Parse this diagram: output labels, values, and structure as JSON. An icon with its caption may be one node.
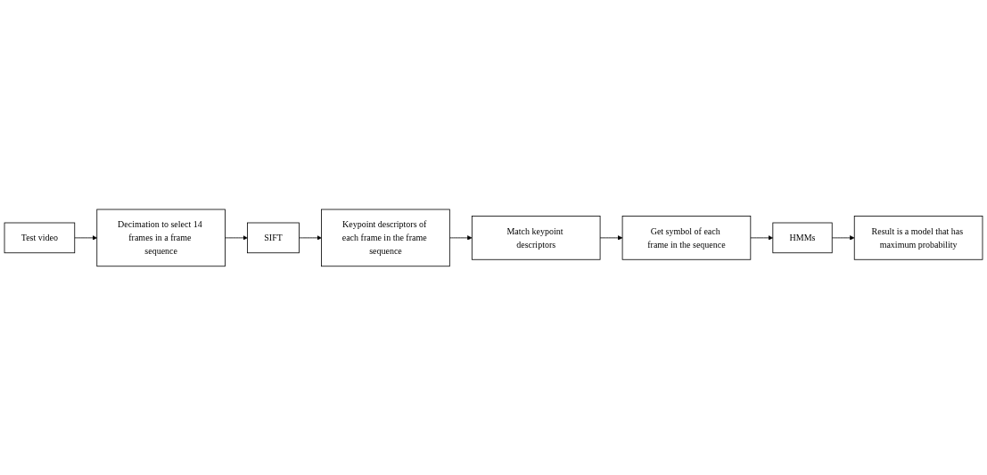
{
  "diagram": {
    "nodes": [
      {
        "text": [
          "Test video"
        ]
      },
      {
        "text": [
          "Decimation to select 14 frames in a frame sequence"
        ]
      },
      {
        "text": [
          "SIFT"
        ]
      },
      {
        "text": [
          "Keypoint descriptors of each frame in the frame sequence"
        ]
      },
      {
        "text": [
          "Match keypoint descriptors"
        ]
      },
      {
        "text": [
          "Get symbol of each frame in the sequence"
        ]
      },
      {
        "text": [
          "HMMs"
        ]
      },
      {
        "text": [
          "Result is a model that has maximum probability"
        ]
      }
    ],
    "edges": [
      {
        "from": 0,
        "to": 1,
        "arrow": "to"
      },
      {
        "from": 1,
        "to": 2,
        "arrow": "to"
      },
      {
        "from": 2,
        "to": 3,
        "arrow": "to"
      },
      {
        "from": 3,
        "to": 4,
        "arrow": "to"
      },
      {
        "from": 4,
        "to": 5,
        "arrow": "to"
      },
      {
        "from": 5,
        "to": 6,
        "arrow": "to"
      },
      {
        "from": 6,
        "to": 7,
        "arrow": "to"
      }
    ]
  }
}
